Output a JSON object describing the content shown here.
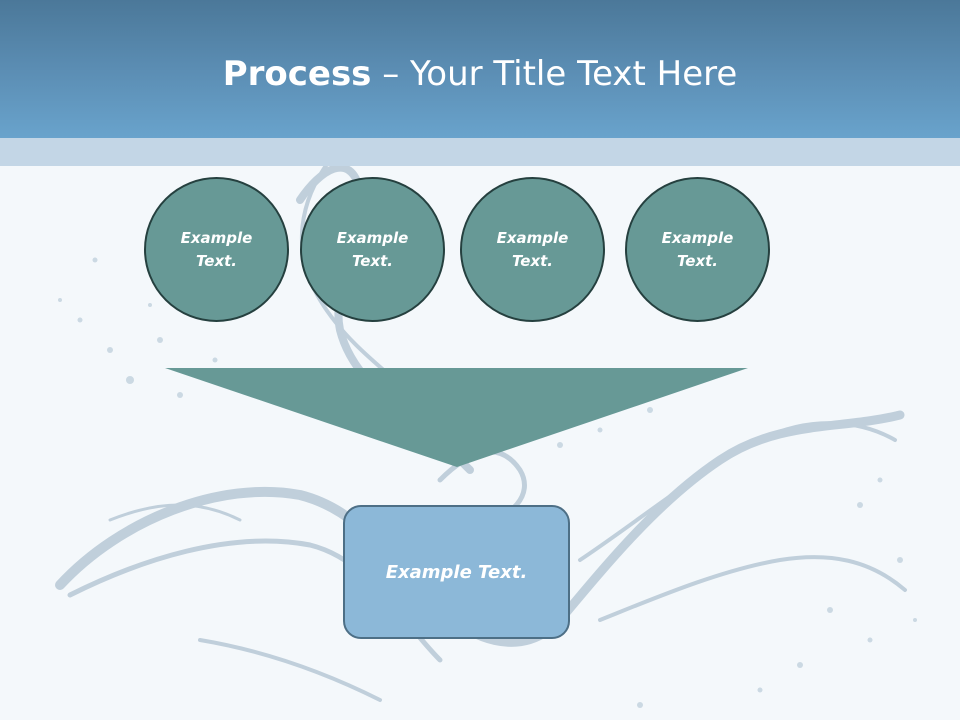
{
  "slide": {
    "title_bold": "Process",
    "title_rest": " – Your Title Text Here",
    "circles": [
      {
        "line1": "Example",
        "line2": "Text."
      },
      {
        "line1": "Example",
        "line2": "Text."
      },
      {
        "line1": "Example",
        "line2": "Text."
      },
      {
        "line1": "Example",
        "line2": "Text."
      }
    ],
    "result_text": "Example Text."
  },
  "colors": {
    "header_top": "#4b7899",
    "header_bottom": "#69a3cc",
    "circle_fill": "#679996",
    "circle_border": "#25403f",
    "funnel_fill": "#679996",
    "box_fill": "#8cb8d8",
    "box_border": "#4d6f86"
  }
}
